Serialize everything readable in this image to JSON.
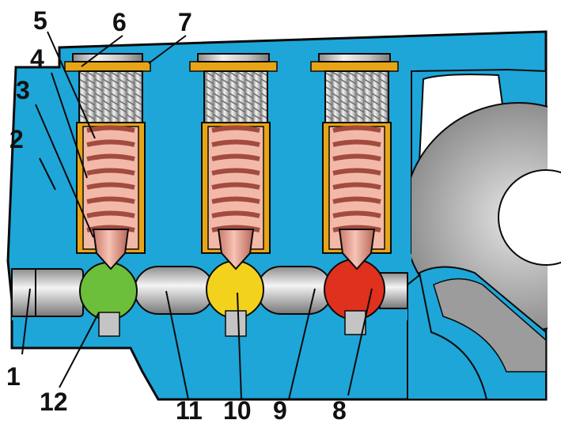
{
  "callouts": [
    {
      "id": "1",
      "text": "1"
    },
    {
      "id": "2",
      "text": "2"
    },
    {
      "id": "3",
      "text": "3"
    },
    {
      "id": "4",
      "text": "4"
    },
    {
      "id": "5",
      "text": "5"
    },
    {
      "id": "6",
      "text": "6"
    },
    {
      "id": "7",
      "text": "7"
    },
    {
      "id": "8",
      "text": "8"
    },
    {
      "id": "9",
      "text": "9"
    },
    {
      "id": "10",
      "text": "10"
    },
    {
      "id": "11",
      "text": "11"
    },
    {
      "id": "12",
      "text": "12"
    }
  ],
  "colors": {
    "housing": "#1ea6d8",
    "housing_outline": "#0a0a0a",
    "bolt": "#c9c9c9",
    "spring": "#c96a5c",
    "cavity": "#f2b9a8",
    "gasket": "#e8a417",
    "ball_green": "#6cbf3a",
    "ball_yellow": "#f2d21c",
    "ball_red": "#e0301e",
    "rod": "#b8b8b8"
  }
}
